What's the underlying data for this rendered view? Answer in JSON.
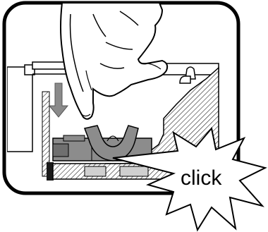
{
  "illustration": {
    "callout": {
      "text": "click"
    },
    "colors": {
      "ink": "#000000",
      "paper": "#ffffff",
      "part_gray": "#8c8c8c",
      "arrow_gray": "#8a8a8a",
      "hatch": "#000000"
    },
    "icons": [
      "pointing-hand",
      "down-arrow",
      "clip",
      "burst-callout"
    ]
  }
}
